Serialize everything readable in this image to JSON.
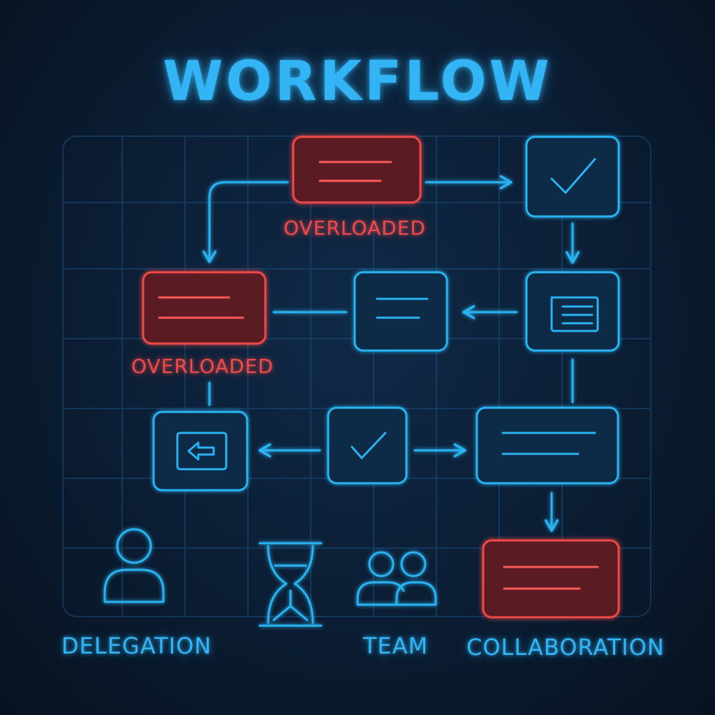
{
  "title": "WORKFLOW",
  "labels": {
    "overloaded_top": "OVERLOADED",
    "overloaded_left": "OVERLOADED",
    "delegation": "DELEGATION",
    "team": "TEAM",
    "collaboration": "COLLABORATION"
  },
  "icons": {
    "top_right": "checkmark-icon",
    "middle_right": "document-icon",
    "lower_left": "back-arrow-icon",
    "lower_center": "checkmark-icon",
    "person": "person-icon",
    "hourglass": "hourglass-icon",
    "team": "team-icon"
  },
  "colors": {
    "accent": "#2ab3f2",
    "alert": "#f04a4a",
    "background": "#0b1d33"
  }
}
